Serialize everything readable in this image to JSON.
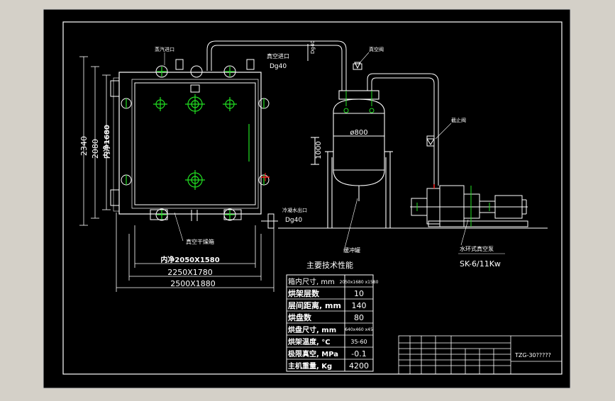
{
  "labels": {
    "vent_valve": "真空阀",
    "inlet_top": "蒸汽进口",
    "dg40_top": "Dg40",
    "dg40_vert": "Dg40",
    "inlet_upper": "真空进口",
    "condenser_dia": "ø800",
    "condenser_h": "1000",
    "shutoff_valve": "截止阀",
    "oven_name": "真空干燥箱",
    "drain_label": "冷凝水出口",
    "dg40_drain": "Dg40",
    "receiver": "缓冲罐",
    "pump_name": "水环式真空泵",
    "pump_model": "SK-6/11Kw",
    "dim_h1": "2340",
    "dim_h2": "2080",
    "dim_h3": "内净1680",
    "dim_w1": "内净2050X1580",
    "dim_w2": "2250X1780",
    "dim_w3": "2500X1880",
    "spec_title": "主要技术性能"
  },
  "spec_table": [
    {
      "name": "箱内尺寸, mm",
      "value": "2050x1680 x1580"
    },
    {
      "name": "烘架层数",
      "value": "10"
    },
    {
      "name": "层间距离, mm",
      "value": "140"
    },
    {
      "name": "烘盘数",
      "value": "80"
    },
    {
      "name": "烘盘尺寸, mm",
      "value": "640x460 x45"
    },
    {
      "name": "烘架温度, °C",
      "value": "35-60"
    },
    {
      "name": "极限真空, MPa",
      "value": "-0.1"
    },
    {
      "name": "主机重量, Kg",
      "value": "4200"
    }
  ],
  "title_block": {
    "drawing_no": "TZG-30?????"
  },
  "colors": {
    "paper": "#000000",
    "frame": "#ffffff",
    "pipe": "#22e022",
    "accent": "#ff2020",
    "window": "#d4d0c8"
  }
}
